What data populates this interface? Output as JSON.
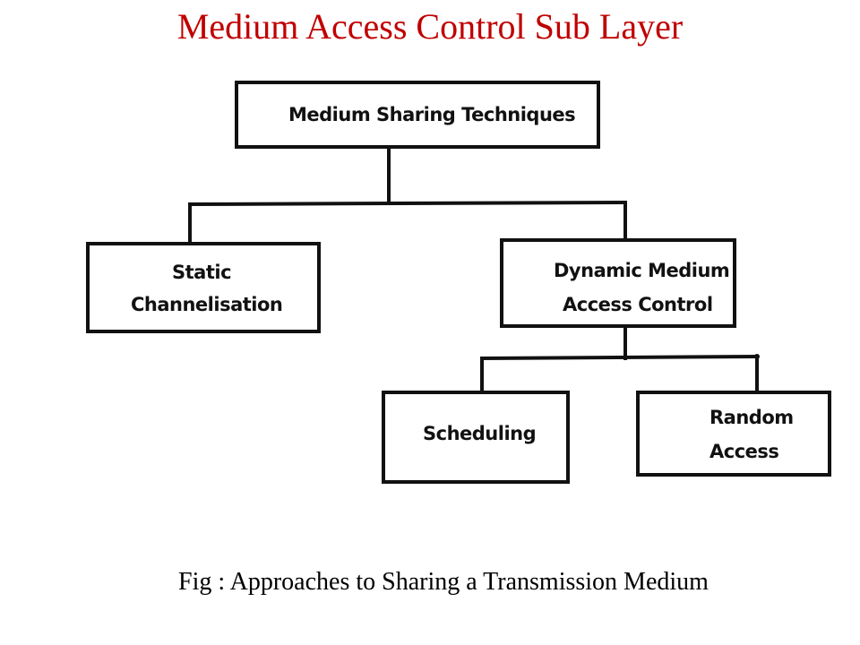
{
  "title": "Medium Access Control Sub Layer",
  "caption": "Fig  : Approaches to Sharing a Transmission Medium",
  "colors": {
    "title": "#c00000",
    "stroke": "#111111"
  },
  "nodes": {
    "root": {
      "label": "Medium Sharing Techniques"
    },
    "static": {
      "line1": "Static",
      "line2": "Channelisation"
    },
    "dynamic": {
      "line1": "Dynamic Medium",
      "line2": "Access Control"
    },
    "scheduling": {
      "label": "Scheduling"
    },
    "random": {
      "line1": "Random",
      "line2": "Access"
    }
  },
  "edges": [
    {
      "from": "Medium Sharing Techniques",
      "to": "Static Channelisation"
    },
    {
      "from": "Medium Sharing Techniques",
      "to": "Dynamic Medium Access Control"
    },
    {
      "from": "Dynamic Medium Access Control",
      "to": "Scheduling"
    },
    {
      "from": "Dynamic Medium Access Control",
      "to": "Random Access"
    }
  ]
}
